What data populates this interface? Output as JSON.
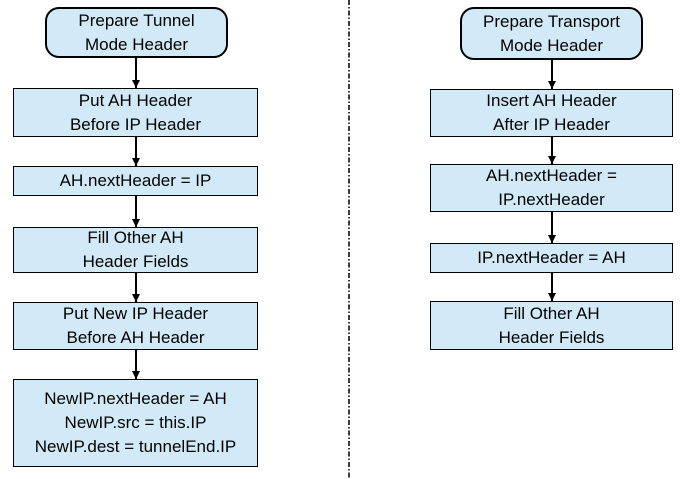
{
  "colors": {
    "node_fill": "#d2eaf7",
    "node_border": "#000000",
    "divider": "#3c3c3c"
  },
  "left_chart": {
    "title": "tunnel-mode-flow",
    "nodes": [
      {
        "shape": "terminator",
        "lines": [
          "Prepare Tunnel",
          "Mode Header"
        ]
      },
      {
        "shape": "process",
        "lines": [
          "Put AH Header",
          "Before IP Header"
        ]
      },
      {
        "shape": "process",
        "lines": [
          "AH.nextHeader = IP"
        ]
      },
      {
        "shape": "process",
        "lines": [
          "Fill Other AH",
          "Header Fields"
        ]
      },
      {
        "shape": "process",
        "lines": [
          "Put New IP Header",
          "Before AH Header"
        ]
      },
      {
        "shape": "process",
        "lines": [
          "NewIP.nextHeader = AH",
          "NewIP.src = this.IP",
          "NewIP.dest = tunnelEnd.IP"
        ]
      }
    ]
  },
  "right_chart": {
    "title": "transport-mode-flow",
    "nodes": [
      {
        "shape": "terminator",
        "lines": [
          "Prepare Transport",
          "Mode Header"
        ]
      },
      {
        "shape": "process",
        "lines": [
          "Insert AH Header",
          "After IP Header"
        ]
      },
      {
        "shape": "process",
        "lines": [
          "AH.nextHeader =",
          "IP.nextHeader"
        ]
      },
      {
        "shape": "process",
        "lines": [
          "IP.nextHeader = AH"
        ]
      },
      {
        "shape": "process",
        "lines": [
          "Fill Other AH",
          "Header Fields"
        ]
      }
    ]
  }
}
